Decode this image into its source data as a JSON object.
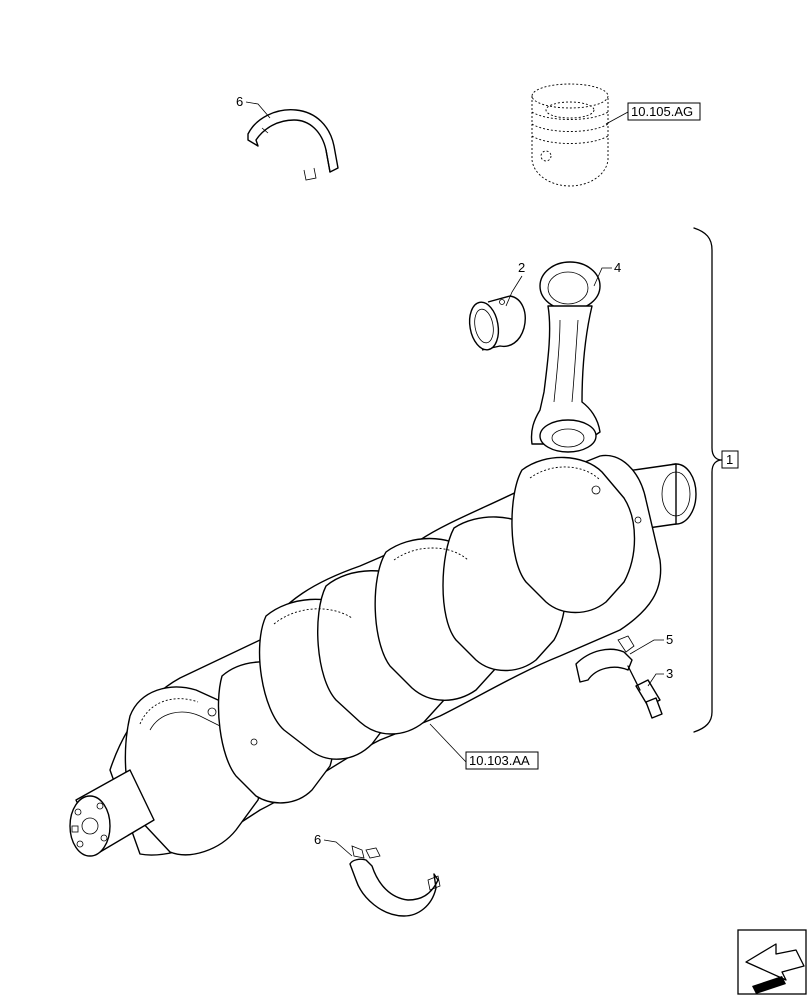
{
  "callouts": {
    "item_1": "1",
    "item_2": "2",
    "item_3": "3",
    "item_4": "4",
    "item_5": "5",
    "item_6_top": "6",
    "item_6_bottom": "6"
  },
  "references": {
    "piston_ref": "10.105.AG",
    "crankshaft_ref": "10.103.AA"
  },
  "icons": {
    "navigation": "arrow-icon"
  }
}
